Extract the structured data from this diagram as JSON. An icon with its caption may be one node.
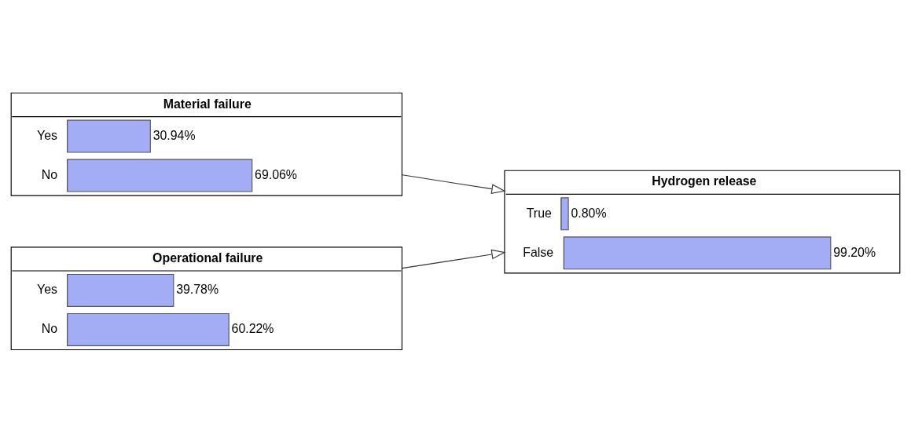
{
  "diagram": {
    "nodes": [
      {
        "text": [
          "Material failure",
          "Yes",
          "30.94%",
          "No",
          "69.06%"
        ]
      },
      {
        "text": [
          "Operational failure",
          "Yes",
          "39.78%",
          "No",
          "60.22%"
        ]
      },
      {
        "text": [
          "Hydrogen release",
          "True",
          "0.80%",
          "False",
          "99.20%"
        ]
      }
    ],
    "edges": [
      {
        "from": 0,
        "to": 2,
        "arrow": "to"
      },
      {
        "from": 1,
        "to": 2,
        "arrow": "to"
      }
    ]
  }
}
